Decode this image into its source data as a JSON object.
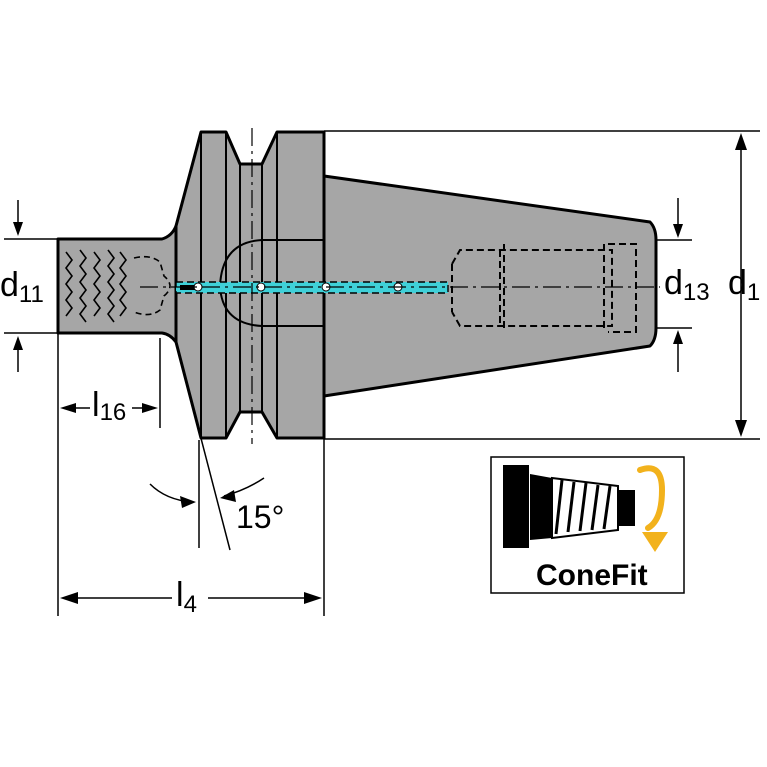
{
  "labels": {
    "d11": {
      "base": "d",
      "sub": "11"
    },
    "d13": {
      "base": "d",
      "sub": "13"
    },
    "d1": {
      "base": "d",
      "sub": "1"
    },
    "l16": {
      "base": "l",
      "sub": "16"
    },
    "l4": {
      "base": "l",
      "sub": "4"
    },
    "angle": "15°"
  },
  "badge": {
    "label": "ConeFit"
  },
  "colors": {
    "body": "#a6a6a6",
    "body_dark": "#8c8c8c",
    "coolant": "#3fd0d8",
    "arrow_accent": "#f2b21c",
    "outline": "#000000"
  }
}
